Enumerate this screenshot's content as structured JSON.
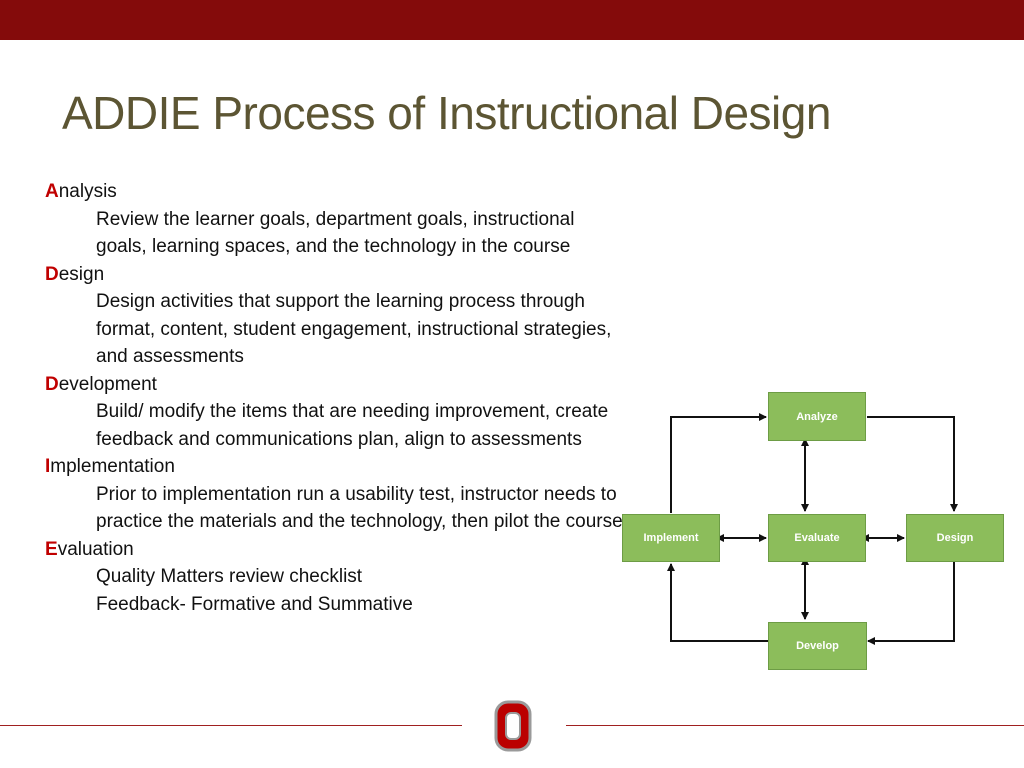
{
  "slide": {
    "title": "ADDIE Process of Instructional Design",
    "accent_color": "#840b0b",
    "letter_color": "#c00000",
    "title_color": "#5c5533"
  },
  "phases": [
    {
      "letter": "A",
      "rest": "nalysis",
      "desc": "Review the learner goals, department goals, instructional goals, learning spaces, and the technology in the course"
    },
    {
      "letter": "D",
      "rest": "esign",
      "desc": "Design activities that support the learning process through format, content, student engagement, instructional strategies, and assessments"
    },
    {
      "letter": "D",
      "rest": "evelopment",
      "desc": "Build/ modify the items that are needing improvement, create feedback and communications plan, align to assessments"
    },
    {
      "letter": "I",
      "rest": "mplementation",
      "desc": "Prior to implementation run a usability test, instructor needs to practice the materials and the technology, then pilot the course"
    },
    {
      "letter": "E",
      "rest": "valuation",
      "desc": "Quality Matters review checklist",
      "desc2": "Feedback- Formative and Summative"
    }
  ],
  "diagram": {
    "box_color": "#8cbd5b",
    "analyze": "Analyze",
    "implement": "Implement",
    "evaluate": "Evaluate",
    "design": "Design",
    "develop": "Develop"
  },
  "logo": {
    "letter": "O",
    "name": "block-o-logo"
  }
}
